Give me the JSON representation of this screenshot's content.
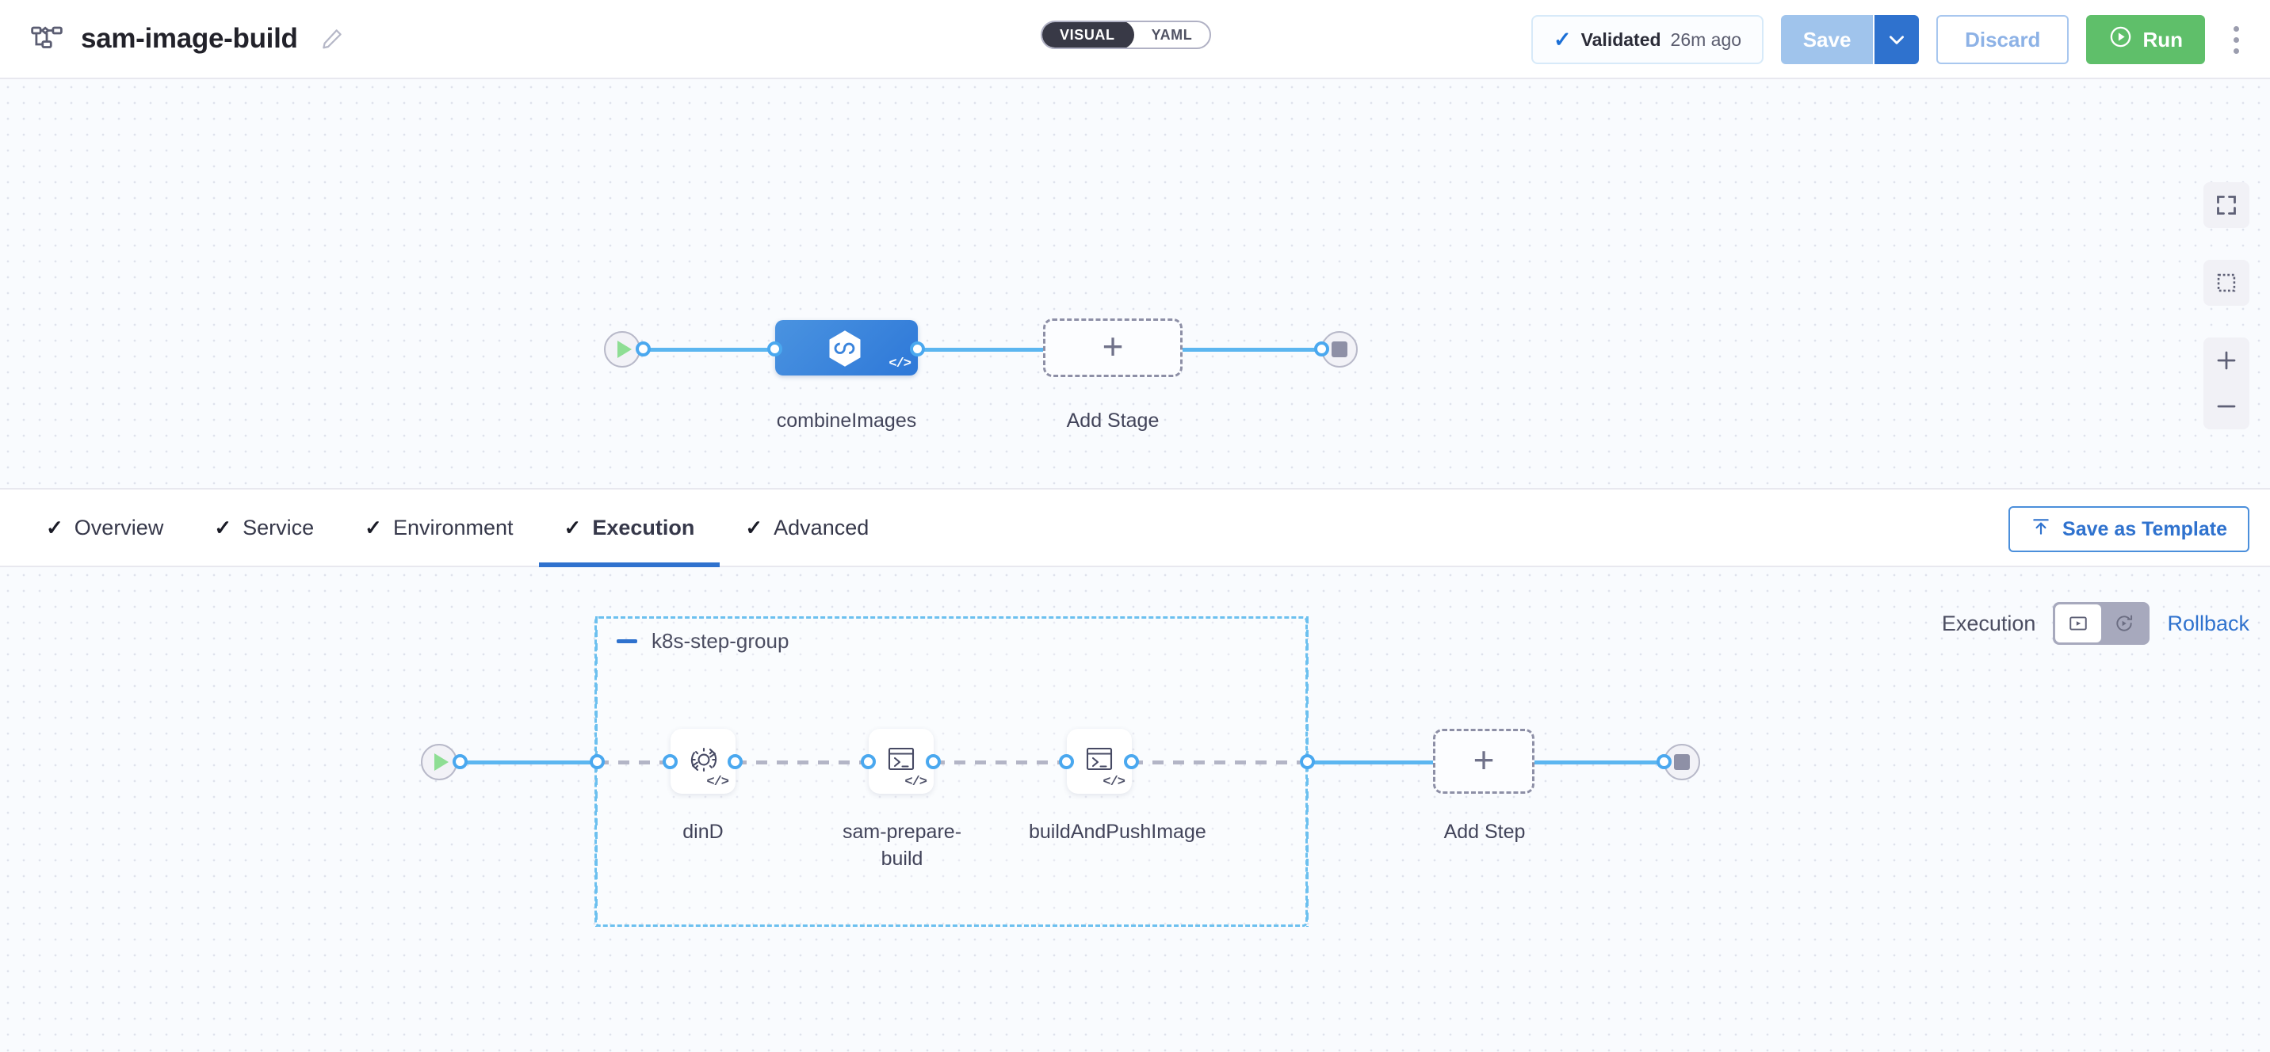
{
  "header": {
    "pipeline_icon": "pipeline-flow-icon",
    "title": "sam-image-build",
    "edit_icon": "pencil-edit-icon",
    "mode_toggle": {
      "options": [
        "VISUAL",
        "YAML"
      ],
      "selected": "VISUAL"
    },
    "validated": {
      "icon": "check-icon",
      "label": "Validated",
      "time": "26m ago"
    },
    "save": {
      "label": "Save",
      "caret_icon": "chevron-down-icon"
    },
    "discard": {
      "label": "Discard"
    },
    "run": {
      "label": "Run",
      "icon": "play-circle-icon"
    },
    "more_icon": "kebab-menu-icon"
  },
  "stage_canvas": {
    "start_node": {
      "icon": "play-icon"
    },
    "end_node": {
      "icon": "stop-icon"
    },
    "stages": [
      {
        "label": "combineImages",
        "icon": "harness-ci-hexagon-icon",
        "badge": "</>"
      }
    ],
    "add_stage": {
      "label": "Add Stage",
      "icon": "plus-icon"
    },
    "controls": [
      {
        "name": "fit-to-screen",
        "icon": "expand-icon"
      },
      {
        "name": "selection-box",
        "icon": "dashed-square-icon"
      },
      {
        "name": "zoom-in",
        "icon": "plus-icon"
      },
      {
        "name": "zoom-out",
        "icon": "minus-icon"
      }
    ]
  },
  "tabs": {
    "items": [
      {
        "label": "Overview",
        "check": "✓",
        "active": false
      },
      {
        "label": "Service",
        "check": "✓",
        "active": false
      },
      {
        "label": "Environment",
        "check": "✓",
        "active": false
      },
      {
        "label": "Execution",
        "check": "✓",
        "active": true
      },
      {
        "label": "Advanced",
        "check": "✓",
        "active": false
      }
    ],
    "save_as_template": {
      "label": "Save as Template",
      "icon": "upload-template-icon"
    }
  },
  "execution_canvas": {
    "mode_label": "Execution",
    "mode_switch": {
      "options": [
        {
          "name": "execution-view",
          "icon": "execution-panel-icon",
          "selected": true
        },
        {
          "name": "rollback-view",
          "icon": "rollback-clock-icon",
          "selected": false
        }
      ]
    },
    "rollback_label": "Rollback",
    "start_node": {
      "icon": "play-icon"
    },
    "end_node": {
      "icon": "stop-icon"
    },
    "step_group": {
      "name": "k8s-step-group",
      "collapse_icon": "minus-collapse-icon",
      "steps": [
        {
          "label": "dinD",
          "icon": "gear-refresh-icon",
          "badge": "</>"
        },
        {
          "label": "sam-prepare-build",
          "icon": "terminal-icon",
          "badge": "</>"
        },
        {
          "label": "buildAndPushImage",
          "icon": "terminal-icon",
          "badge": "</>"
        }
      ]
    },
    "add_step": {
      "label": "Add Step",
      "icon": "plus-icon"
    }
  },
  "colors": {
    "accent_blue": "#2f72ce",
    "edge_blue": "#5cb6f0",
    "run_green": "#5fbf6a",
    "stage_blue": "#3a84dc",
    "canvas_bg": "#f9fbfe",
    "group_border": "#6cc0ef"
  }
}
